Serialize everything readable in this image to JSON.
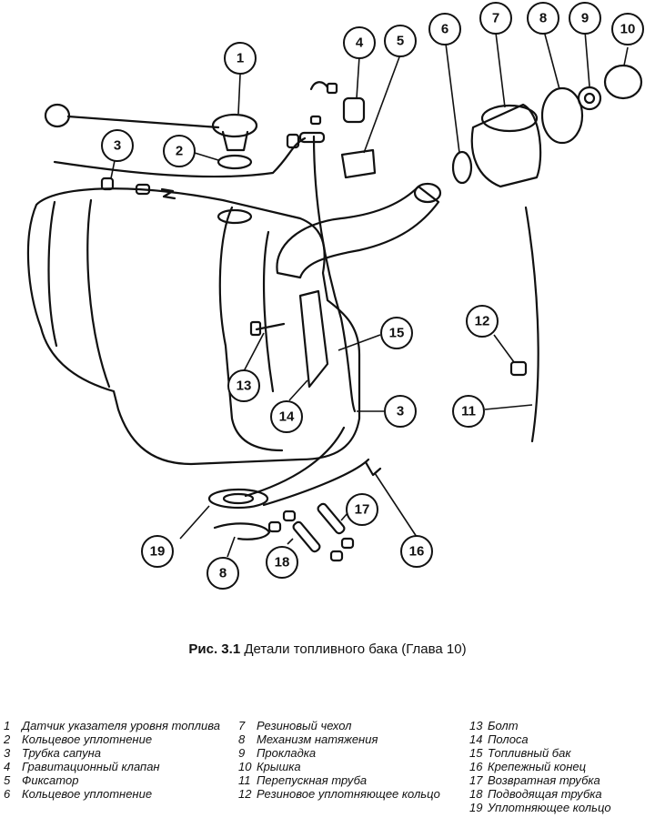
{
  "callouts": [
    "1",
    "2",
    "3",
    "4",
    "5",
    "6",
    "7",
    "8",
    "9",
    "10",
    "11",
    "12",
    "13",
    "14",
    "15",
    "16",
    "17",
    "18",
    "19"
  ],
  "caption": {
    "figure": "Рис. 3.1",
    "title": "Детали топливного бака (Глава 10)"
  },
  "legend": [
    {
      "n": "1",
      "text": "Датчик указателя уровня топлива"
    },
    {
      "n": "2",
      "text": "Кольцевое уплотнение"
    },
    {
      "n": "3",
      "text": "Трубка сапуна"
    },
    {
      "n": "4",
      "text": "Гравитационный клапан"
    },
    {
      "n": "5",
      "text": "Фиксатор"
    },
    {
      "n": "6",
      "text": "Кольцевое уплотнение"
    },
    {
      "n": "7",
      "text": "Резиновый чехол"
    },
    {
      "n": "8",
      "text": "Механизм натяжения"
    },
    {
      "n": "9",
      "text": "Прокладка"
    },
    {
      "n": "10",
      "text": "Крышка"
    },
    {
      "n": "11",
      "text": "Перепускная труба"
    },
    {
      "n": "12",
      "text": "Резиновое уплотняющее кольцо"
    },
    {
      "n": "13",
      "text": "Болт"
    },
    {
      "n": "14",
      "text": "Полоса"
    },
    {
      "n": "15",
      "text": "Топливный бак"
    },
    {
      "n": "16",
      "text": "Крепежный конец"
    },
    {
      "n": "17",
      "text": "Возвратная трубка"
    },
    {
      "n": "18",
      "text": "Подводящая трубка"
    },
    {
      "n": "19",
      "text": "Уплотняющее кольцо"
    }
  ]
}
